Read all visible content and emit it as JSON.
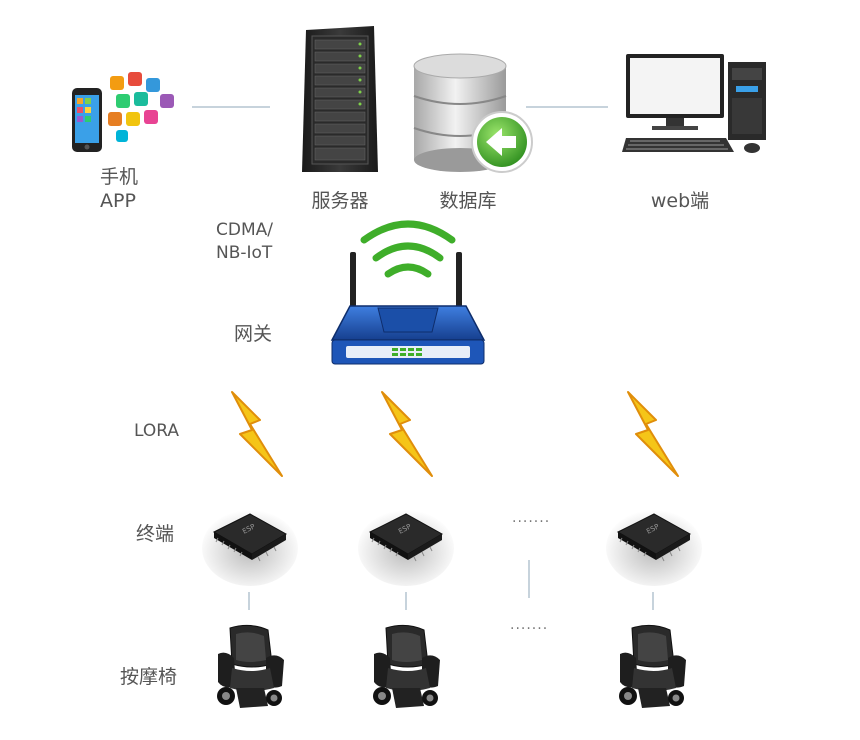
{
  "top": {
    "phone_label_1": "手机",
    "phone_label_2": "APP",
    "server_label": "服务器",
    "database_label": "数据库",
    "web_label": "web端"
  },
  "network": {
    "cdma_line1": "CDMA/",
    "cdma_line2": "NB-IoT",
    "gateway_label": "网关"
  },
  "rows": {
    "lora_label": "LORA",
    "terminal_label": "终端",
    "chair_label": "按摩椅",
    "ellipsis_top": ".......",
    "ellipsis_bottom": "......."
  },
  "colors": {
    "connector": "#c7d3dc",
    "router_blue": "#1b4fa8",
    "signal_green": "#3fae2a",
    "lightning": "#f5c518"
  }
}
